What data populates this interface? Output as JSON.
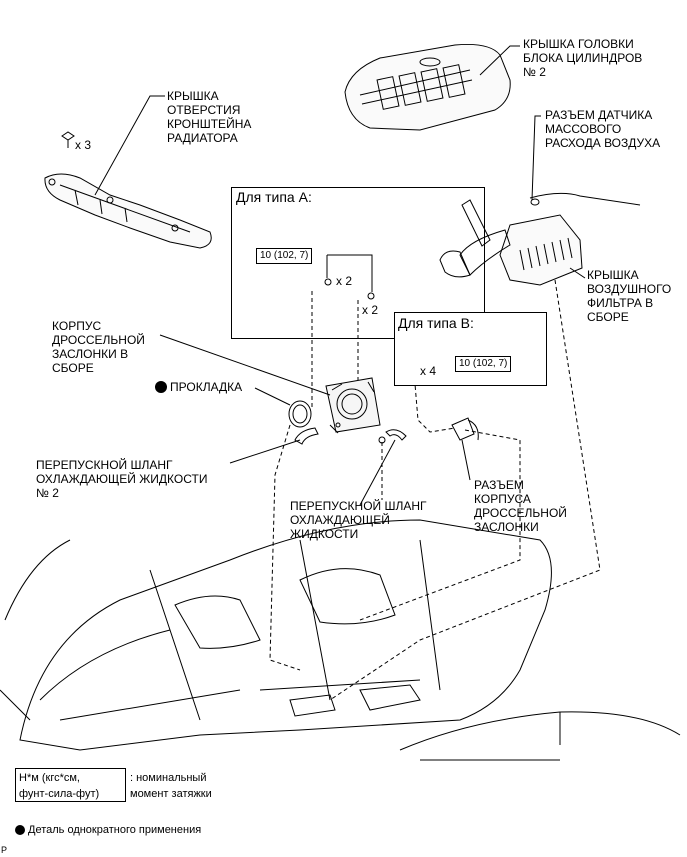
{
  "labels": {
    "engine_cover": [
      "КРЫШКА ГОЛОВКИ",
      "БЛОКА ЦИЛИНДРОВ",
      "№ 2"
    ],
    "radiator_cover": [
      "КРЫШКА",
      "ОТВЕРСТИЯ",
      "КРОНШТЕЙНА",
      "РАДИАТОРА"
    ],
    "maf_connector": [
      "РАЗЪЕМ ДАТЧИКА",
      "МАССОВОГО",
      "РАСХОДА ВОЗДУХА"
    ],
    "air_cleaner": [
      "КРЫШКА",
      "ВОЗДУШНОГО",
      "ФИЛЬТРА В",
      "СБОРЕ"
    ],
    "throttle_body": [
      "КОРПУС",
      "ДРОССЕЛЬНОЙ",
      "ЗАСЛОНКИ В",
      "СБОРЕ"
    ],
    "gasket": "ПРОКЛАДКА",
    "bypass_hose_2": [
      "ПЕРЕПУСКНОЙ ШЛАНГ",
      "ОХЛАЖДАЮЩЕЙ ЖИДКОСТИ",
      "№ 2"
    ],
    "bypass_hose": [
      "ПЕРЕПУСКНОЙ ШЛАНГ",
      "ОХЛАЖДАЮЩЕЙ",
      "ЖИДКОСТИ"
    ],
    "throttle_connector": [
      "РАЗЪЕМ",
      "КОРПУСА",
      "ДРОССЕЛЬНОЙ",
      "ЗАСЛОНКИ"
    ]
  },
  "qty": {
    "clips": "x 3",
    "type_a_1": "x 2",
    "type_a_2": "x 2",
    "type_b": "x 4"
  },
  "type_a": {
    "title": "Для типа A:",
    "torque": "10 (102, 7)"
  },
  "type_b": {
    "title": "Для типа B:",
    "torque": "10 (102, 7)"
  },
  "legend": {
    "unit_line1": "Н*м (кгс*см,",
    "unit_line2": "фунт-сила-фут)",
    "desc_line1": ": номинальный",
    "desc_line2": "момент затяжки",
    "single_use": "Деталь однократного применения"
  },
  "corner_mark": "P"
}
